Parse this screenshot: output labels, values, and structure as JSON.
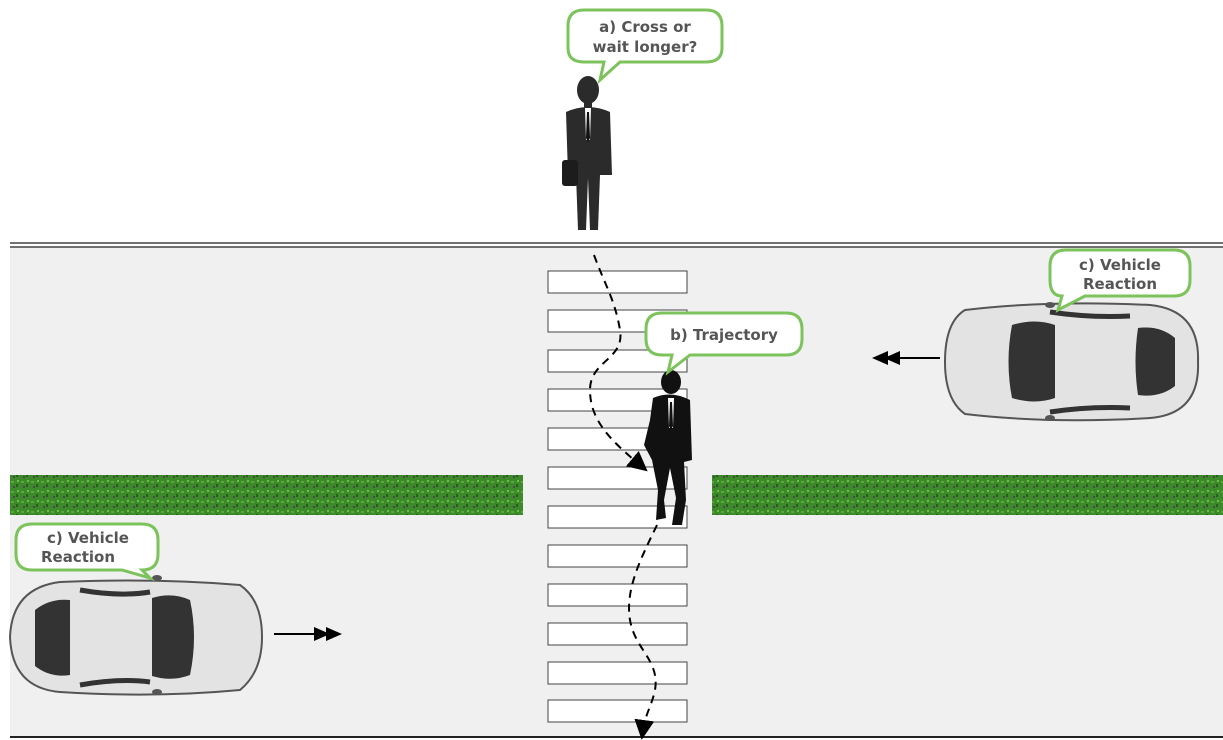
{
  "bubbles": {
    "a_line1": "a) Cross or",
    "a_line2": "wait longer?",
    "b": "b) Trajectory",
    "c_right_line1": "c) Vehicle",
    "c_right_line2": "Reaction",
    "c_left_line1": "c) Vehicle",
    "c_left_line2": "Reaction"
  },
  "colors": {
    "bubble_border": "#7cc35c",
    "road": "#f0f0f0",
    "hedge": "#3c8a2a",
    "car_body": "#e0e0e0",
    "car_glass": "#333333",
    "figure": "#222222"
  },
  "icons": [
    "pedestrian-waiting-icon",
    "pedestrian-walking-icon",
    "car-icon",
    "double-arrow-icon",
    "dashed-trajectory-icon"
  ]
}
